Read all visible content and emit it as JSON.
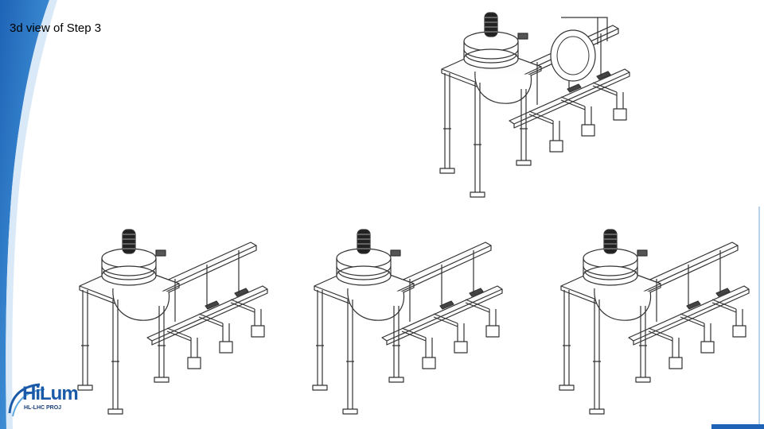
{
  "slide": {
    "title": "3d view of Step 3"
  },
  "logo": {
    "text_main": "HiLum",
    "text_sub": "HL-LHC PROJ"
  },
  "colors": {
    "accent_blue": "#1e63b5",
    "light_blue": "#5fa8e0",
    "line": "#333333"
  },
  "drawings": [
    {
      "name": "top-view"
    },
    {
      "name": "bottom-left-view"
    },
    {
      "name": "bottom-center-view"
    },
    {
      "name": "bottom-right-view"
    }
  ]
}
